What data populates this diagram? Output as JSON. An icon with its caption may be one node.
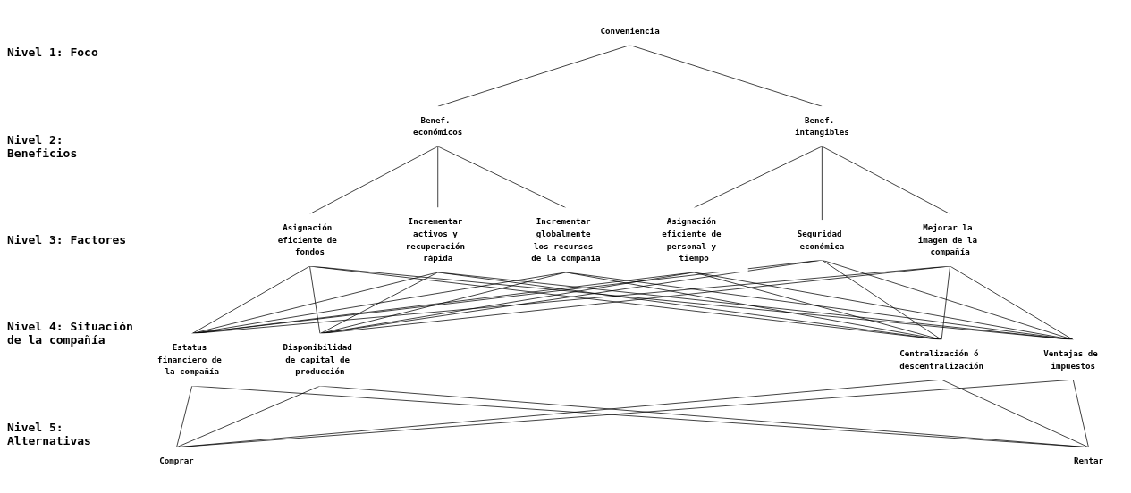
{
  "diagram": {
    "nodes": [
      {
        "text": [
          "Conveniencia"
        ]
      },
      {
        "text": [
          "Benef. económicos"
        ]
      },
      {
        "text": [
          "Benef. intangibles"
        ]
      },
      {
        "text": [
          "Asignación eficiente de fondos"
        ]
      },
      {
        "text": [
          "Incrementar activos y recuperación rápida"
        ]
      },
      {
        "text": [
          "Incrementar globalmente los recursos de la compañía"
        ]
      },
      {
        "text": [
          "Asignación eficiente de personal y tiempo"
        ]
      },
      {
        "text": [
          "Seguridad económica"
        ]
      },
      {
        "text": [
          "Mejorar la imagen de la compañía"
        ]
      },
      {
        "text": [
          "Estatus financiero de la compañía"
        ]
      },
      {
        "text": [
          "Disponibilidad de capital de producción"
        ]
      },
      {
        "text": [
          "Centralización ó descentralización"
        ]
      },
      {
        "text": [
          "Ventajas de impuestos"
        ]
      },
      {
        "text": [
          "Comprar"
        ]
      },
      {
        "text": [
          "Rentar"
        ]
      }
    ],
    "edges": [
      {
        "from": 0,
        "to": 1,
        "arrow": "none"
      },
      {
        "from": 0,
        "to": 2,
        "arrow": "none"
      },
      {
        "from": 1,
        "to": 3,
        "arrow": "none"
      },
      {
        "from": 1,
        "to": 4,
        "arrow": "none"
      },
      {
        "from": 1,
        "to": 5,
        "arrow": "none"
      },
      {
        "from": 2,
        "to": 6,
        "arrow": "none"
      },
      {
        "from": 2,
        "to": 7,
        "arrow": "none"
      },
      {
        "from": 2,
        "to": 8,
        "arrow": "none"
      },
      {
        "from": 3,
        "to": 9,
        "arrow": "none"
      },
      {
        "from": 3,
        "to": 10,
        "arrow": "none"
      },
      {
        "from": 3,
        "to": 11,
        "arrow": "none"
      },
      {
        "from": 3,
        "to": 12,
        "arrow": "none"
      },
      {
        "from": 4,
        "to": 9,
        "arrow": "none"
      },
      {
        "from": 4,
        "to": 10,
        "arrow": "none"
      },
      {
        "from": 4,
        "to": 11,
        "arrow": "none"
      },
      {
        "from": 4,
        "to": 12,
        "arrow": "none"
      },
      {
        "from": 5,
        "to": 9,
        "arrow": "none"
      },
      {
        "from": 5,
        "to": 10,
        "arrow": "none"
      },
      {
        "from": 5,
        "to": 11,
        "arrow": "none"
      },
      {
        "from": 5,
        "to": 12,
        "arrow": "none"
      },
      {
        "from": 6,
        "to": 9,
        "arrow": "none"
      },
      {
        "from": 6,
        "to": 10,
        "arrow": "none"
      },
      {
        "from": 6,
        "to": 11,
        "arrow": "none"
      },
      {
        "from": 6,
        "to": 12,
        "arrow": "none"
      },
      {
        "from": 7,
        "to": 9,
        "arrow": "none"
      },
      {
        "from": 7,
        "to": 10,
        "arrow": "none"
      },
      {
        "from": 7,
        "to": 11,
        "arrow": "none"
      },
      {
        "from": 7,
        "to": 12,
        "arrow": "none"
      },
      {
        "from": 8,
        "to": 9,
        "arrow": "none"
      },
      {
        "from": 8,
        "to": 10,
        "arrow": "none"
      },
      {
        "from": 8,
        "to": 11,
        "arrow": "none"
      },
      {
        "from": 8,
        "to": 12,
        "arrow": "none"
      },
      {
        "from": 9,
        "to": 13,
        "arrow": "none"
      },
      {
        "from": 9,
        "to": 14,
        "arrow": "none"
      },
      {
        "from": 10,
        "to": 13,
        "arrow": "none"
      },
      {
        "from": 10,
        "to": 14,
        "arrow": "none"
      },
      {
        "from": 11,
        "to": 13,
        "arrow": "none"
      },
      {
        "from": 11,
        "to": 14,
        "arrow": "none"
      },
      {
        "from": 12,
        "to": 13,
        "arrow": "none"
      },
      {
        "from": 12,
        "to": 14,
        "arrow": "none"
      }
    ],
    "labels": [
      "Nivel 1: Foco",
      "Nivel 2: Beneficios",
      "Nivel 3: Factores",
      "Nivel 4: Situación de la compañía",
      "Nivel 5: Alternativas"
    ]
  }
}
